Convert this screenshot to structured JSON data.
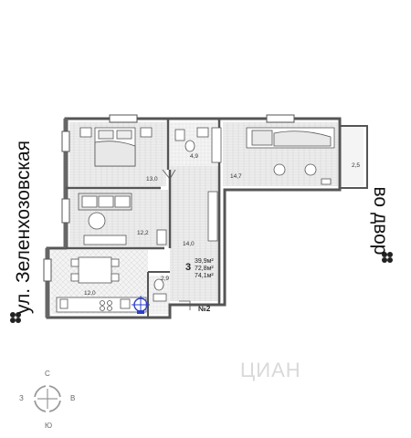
{
  "labels": {
    "street": "ул. Зеленхозовская",
    "yard": "во двор",
    "apartment_number": "№2",
    "rooms_count": "3",
    "area_living": "39,9м²",
    "area_total": "72,8м²",
    "area_with_balcony": "74,1м²",
    "watermark": "ЦИАН"
  },
  "room_areas": {
    "bedroom": "13,0",
    "bathroom": "4,9",
    "bedroom2": "14,7",
    "balcony": "2,5",
    "living": "12,2",
    "hall": "14,0",
    "kitchen": "12,0",
    "wc": "2,9"
  },
  "compass": {
    "north": "С",
    "south": "Ю",
    "west": "З",
    "east": "В"
  },
  "colors": {
    "wall": "#555555",
    "floor": "#e6e6e6",
    "compass": "#9a9a9a",
    "accent": "#2b3fc8"
  }
}
